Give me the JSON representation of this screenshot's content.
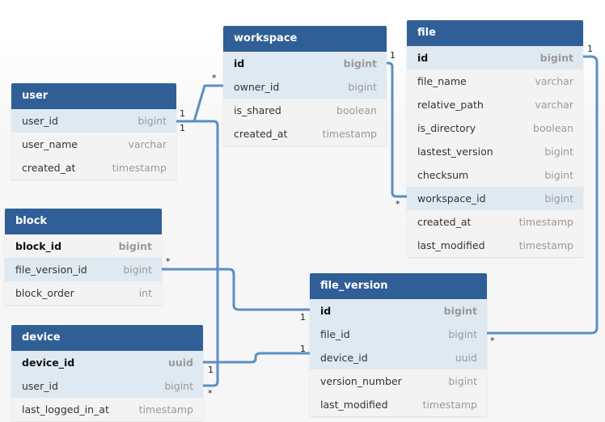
{
  "tables": {
    "workspace": {
      "name": "workspace",
      "fields": [
        {
          "name": "id",
          "type": "bigint"
        },
        {
          "name": "owner_id",
          "type": "bigint"
        },
        {
          "name": "is_shared",
          "type": "boolean"
        },
        {
          "name": "created_at",
          "type": "timestamp"
        }
      ]
    },
    "file": {
      "name": "file",
      "fields": [
        {
          "name": "id",
          "type": "bigint"
        },
        {
          "name": "file_name",
          "type": "varchar"
        },
        {
          "name": "relative_path",
          "type": "varchar"
        },
        {
          "name": "is_directory",
          "type": "boolean"
        },
        {
          "name": "lastest_version",
          "type": "bigint"
        },
        {
          "name": "checksum",
          "type": "bigint"
        },
        {
          "name": "workspace_id",
          "type": "bigint"
        },
        {
          "name": "created_at",
          "type": "timestamp"
        },
        {
          "name": "last_modified",
          "type": "timestamp"
        }
      ]
    },
    "user": {
      "name": "user",
      "fields": [
        {
          "name": "user_id",
          "type": "bigint"
        },
        {
          "name": "user_name",
          "type": "varchar"
        },
        {
          "name": "created_at",
          "type": "timestamp"
        }
      ]
    },
    "block": {
      "name": "block",
      "fields": [
        {
          "name": "block_id",
          "type": "bigint"
        },
        {
          "name": "file_version_id",
          "type": "bigint"
        },
        {
          "name": "block_order",
          "type": "int"
        }
      ]
    },
    "file_version": {
      "name": "file_version",
      "fields": [
        {
          "name": "id",
          "type": "bigint"
        },
        {
          "name": "file_id",
          "type": "bigint"
        },
        {
          "name": "device_id",
          "type": "uuid"
        },
        {
          "name": "version_number",
          "type": "bigint"
        },
        {
          "name": "last_modified",
          "type": "timestamp"
        }
      ]
    },
    "device": {
      "name": "device",
      "fields": [
        {
          "name": "device_id",
          "type": "uuid"
        },
        {
          "name": "user_id",
          "type": "bigint"
        },
        {
          "name": "last_logged_in_at",
          "type": "timestamp"
        }
      ]
    }
  },
  "relations": [
    {
      "from": "user.user_id",
      "to": "workspace.owner_id",
      "from_card": "1",
      "to_card": "*"
    },
    {
      "from": "user.user_id",
      "to": "device.user_id",
      "from_card": "1",
      "to_card": "*"
    },
    {
      "from": "workspace.id",
      "to": "file.workspace_id",
      "from_card": "1",
      "to_card": "*"
    },
    {
      "from": "file.id",
      "to": "file_version.file_id",
      "from_card": "1",
      "to_card": "*"
    },
    {
      "from": "file_version.id",
      "to": "block.file_version_id",
      "from_card": "1",
      "to_card": "*"
    },
    {
      "from": "device.device_id",
      "to": "file_version.device_id",
      "from_card": "1",
      "to_card": "1"
    }
  ],
  "colors": {
    "header_bg": "#2f5f96",
    "connector": "#5a8fc2",
    "highlight_row": "#dfe9f1"
  }
}
